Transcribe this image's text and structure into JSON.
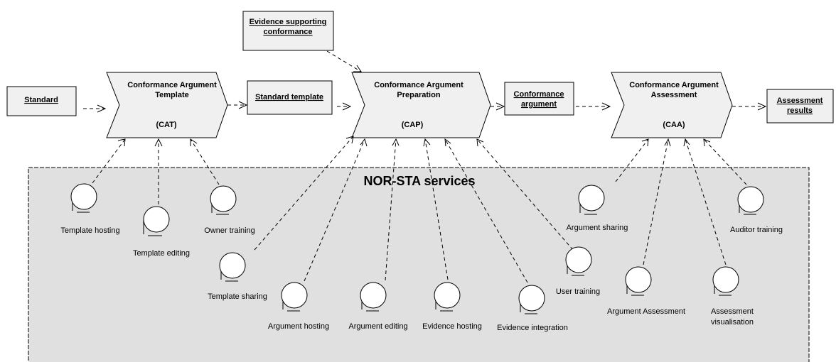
{
  "title": "NOR-STA services",
  "artifacts": {
    "standard": "Standard",
    "standard_template": "Standard template",
    "evidence_line1": "Evidence supporting",
    "evidence_line2": "conformance",
    "conformance_arg_line1": "Conformance",
    "conformance_arg_line2": "argument",
    "assessment_results_line1": "Assessment",
    "assessment_results_line2": "results"
  },
  "processes": {
    "cat": {
      "line1": "Conformance Argument",
      "line2": "Template",
      "abbr": "(CAT)"
    },
    "cap": {
      "line1": "Conformance Argument",
      "line2": "Preparation",
      "abbr": "(CAP)"
    },
    "caa": {
      "line1": "Conformance Argument",
      "line2": "Assessment",
      "abbr": "(CAA)"
    }
  },
  "services": {
    "template_hosting": "Template hosting",
    "template_editing": "Template editing",
    "owner_training": "Owner training",
    "template_sharing": "Template sharing",
    "argument_hosting": "Argument hosting",
    "argument_editing": "Argument editing",
    "evidence_hosting": "Evidence hosting",
    "evidence_integration": "Evidence integration",
    "user_training": "User training",
    "argument_sharing": "Argument sharing",
    "argument_assessment": "Argument Assessment",
    "auditor_training": "Auditor training",
    "assessment_visualisation_line1": "Assessment",
    "assessment_visualisation_line2": "visualisation"
  }
}
